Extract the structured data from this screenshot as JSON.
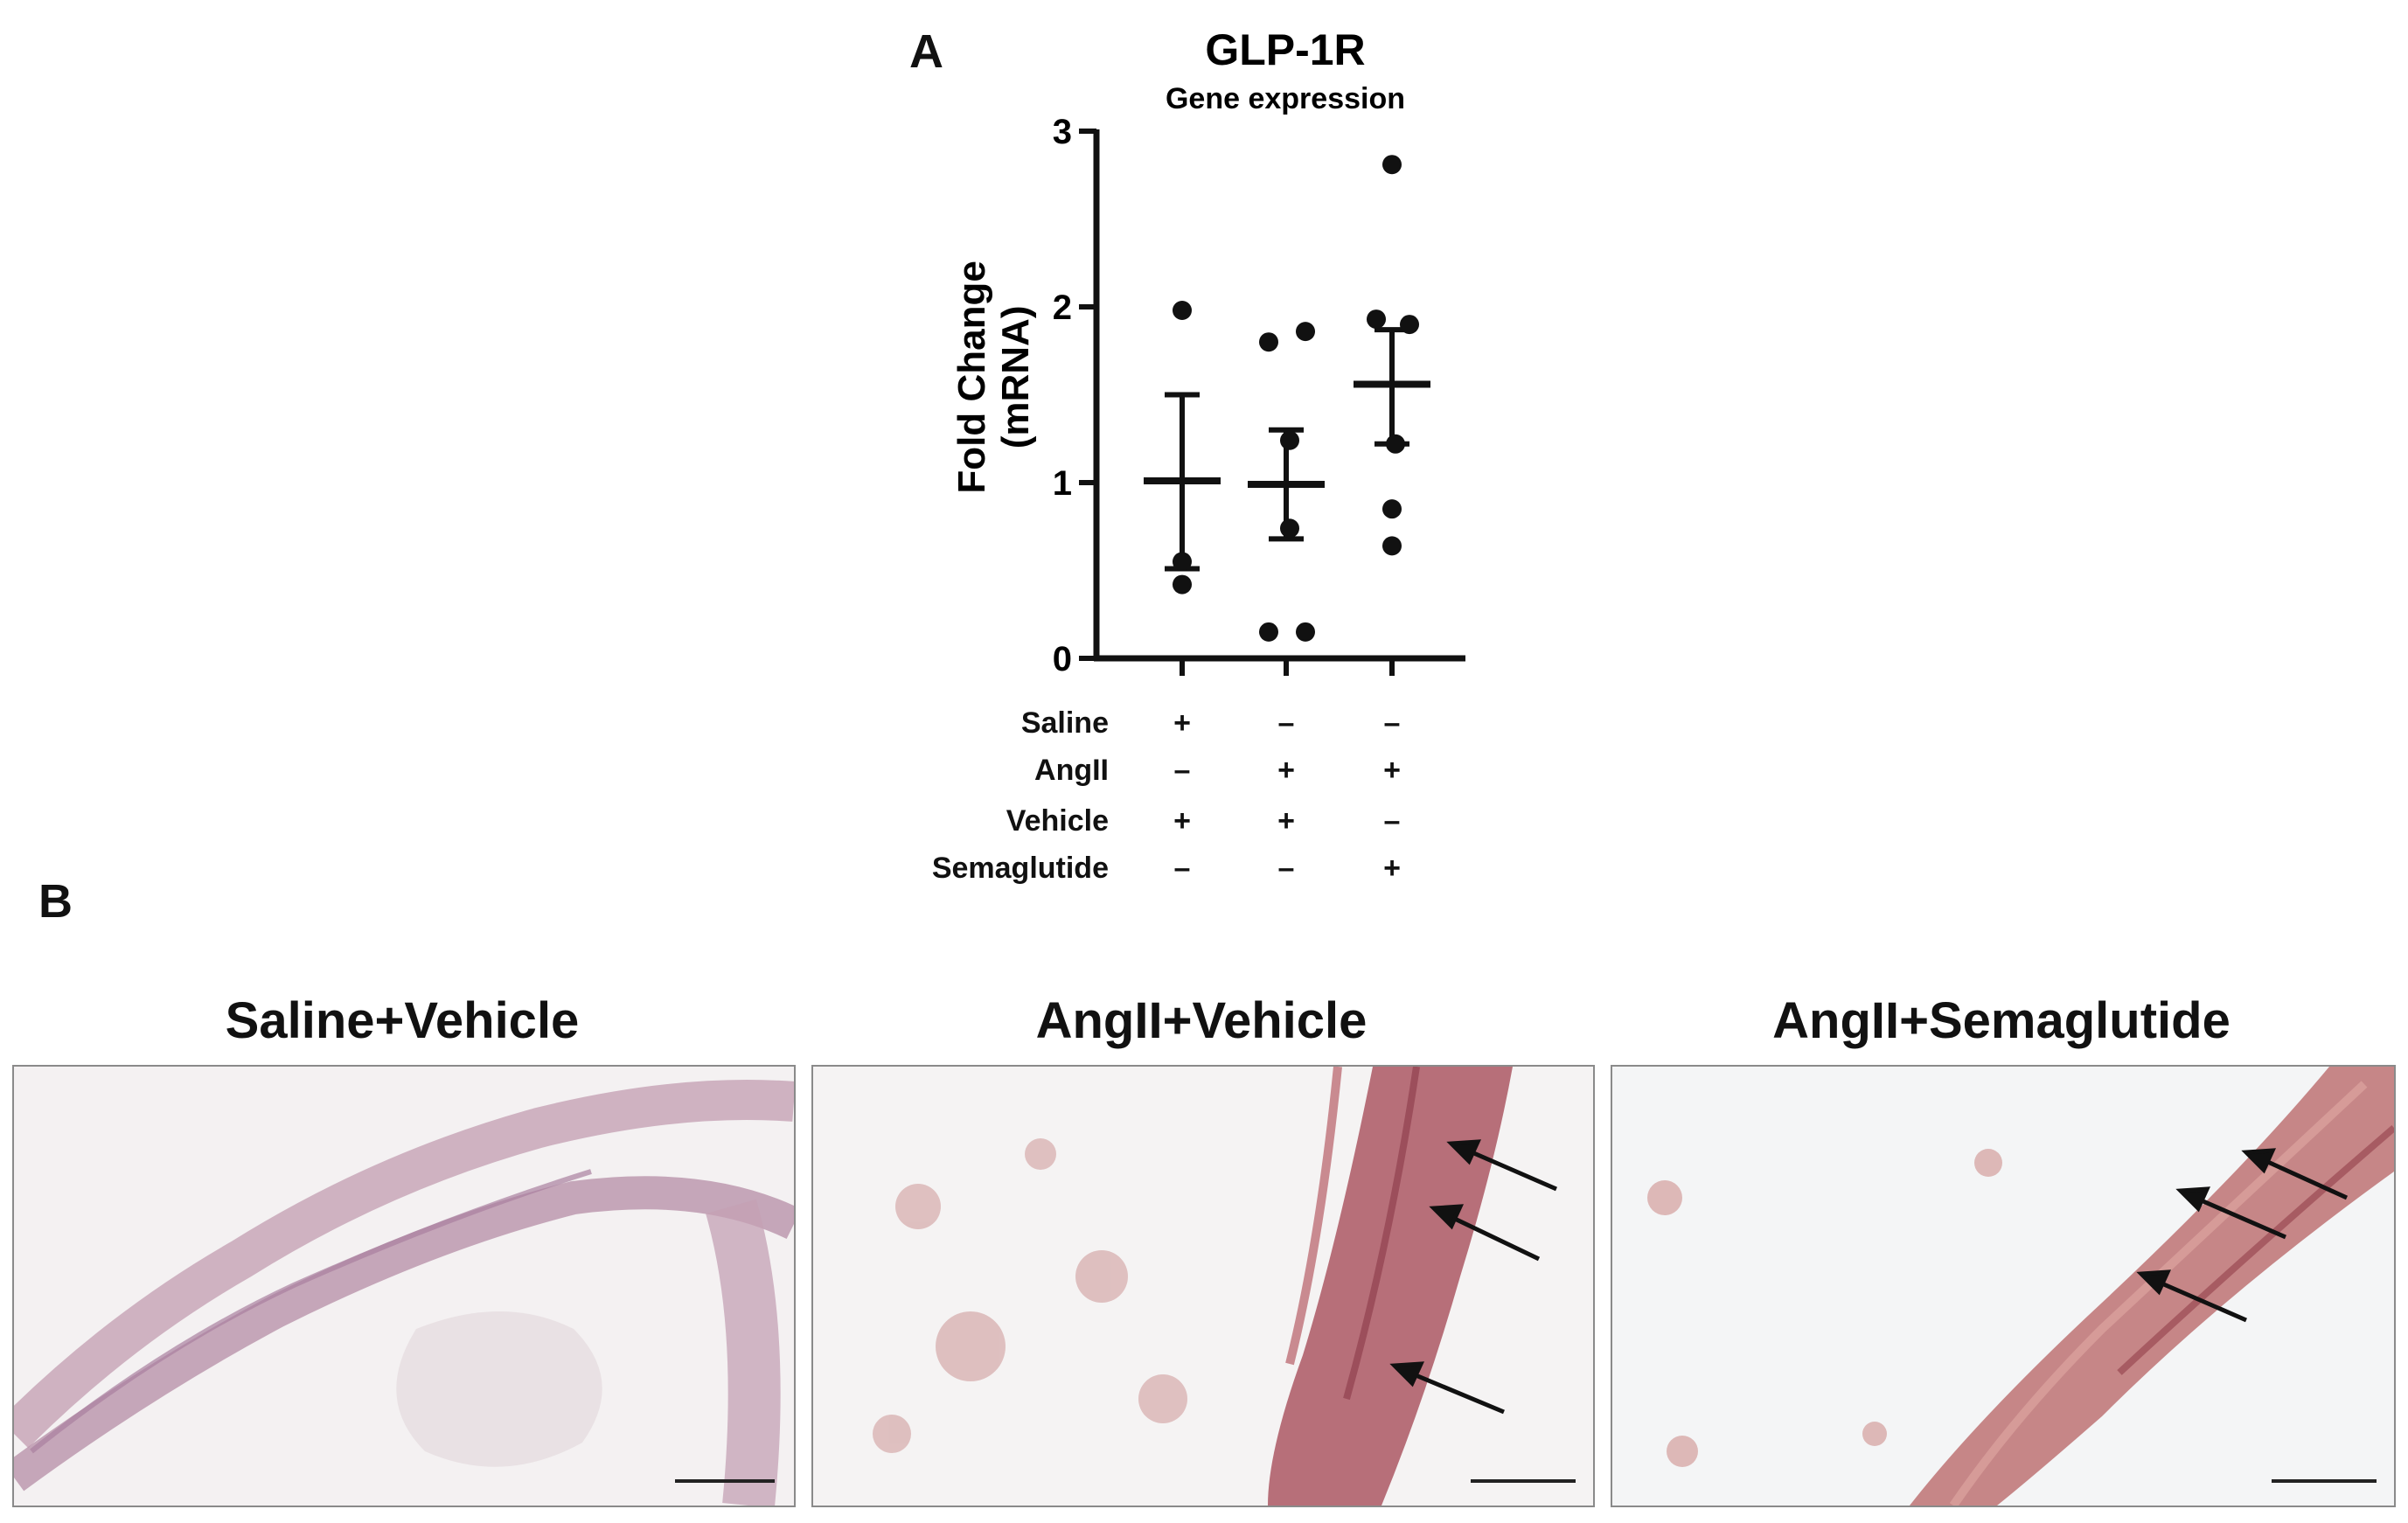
{
  "panel_labels": {
    "a": "A",
    "b": "B"
  },
  "chart_data": {
    "type": "scatter",
    "title": "GLP-1R",
    "subtitle": "Gene expression",
    "ylabel_line1": "Fold Change",
    "ylabel_line2": "(mRNA)",
    "ylim": [
      0,
      3
    ],
    "yticks": [
      0,
      1,
      2,
      3
    ],
    "groups": [
      {
        "points": [
          1.98,
          0.55,
          0.42
        ],
        "mean": 1.01,
        "sem_low": 0.51,
        "sem_high": 1.5
      },
      {
        "points": [
          1.8,
          1.86,
          1.24,
          0.74,
          0.15,
          0.15
        ],
        "mean": 0.99,
        "sem_low": 0.68,
        "sem_high": 1.3
      },
      {
        "points": [
          2.81,
          1.93,
          1.9,
          1.22,
          0.85,
          0.64
        ],
        "mean": 1.56,
        "sem_low": 1.22,
        "sem_high": 1.87
      }
    ],
    "conditions": [
      {
        "label": "Saline",
        "signs": [
          "+",
          "–",
          "–"
        ]
      },
      {
        "label": "AngII",
        "signs": [
          "–",
          "+",
          "+"
        ]
      },
      {
        "label": "Vehicle",
        "signs": [
          "+",
          "+",
          "–"
        ]
      },
      {
        "label": "Semaglutide",
        "signs": [
          "–",
          "–",
          "+"
        ]
      }
    ]
  },
  "images": [
    {
      "title": "Saline+Vehicle",
      "tint": "#c9a3b6"
    },
    {
      "title": "AngII+Vehicle",
      "tint": "#b86a73"
    },
    {
      "title": "AngII+Semaglutide",
      "tint": "#c27c7c"
    }
  ]
}
